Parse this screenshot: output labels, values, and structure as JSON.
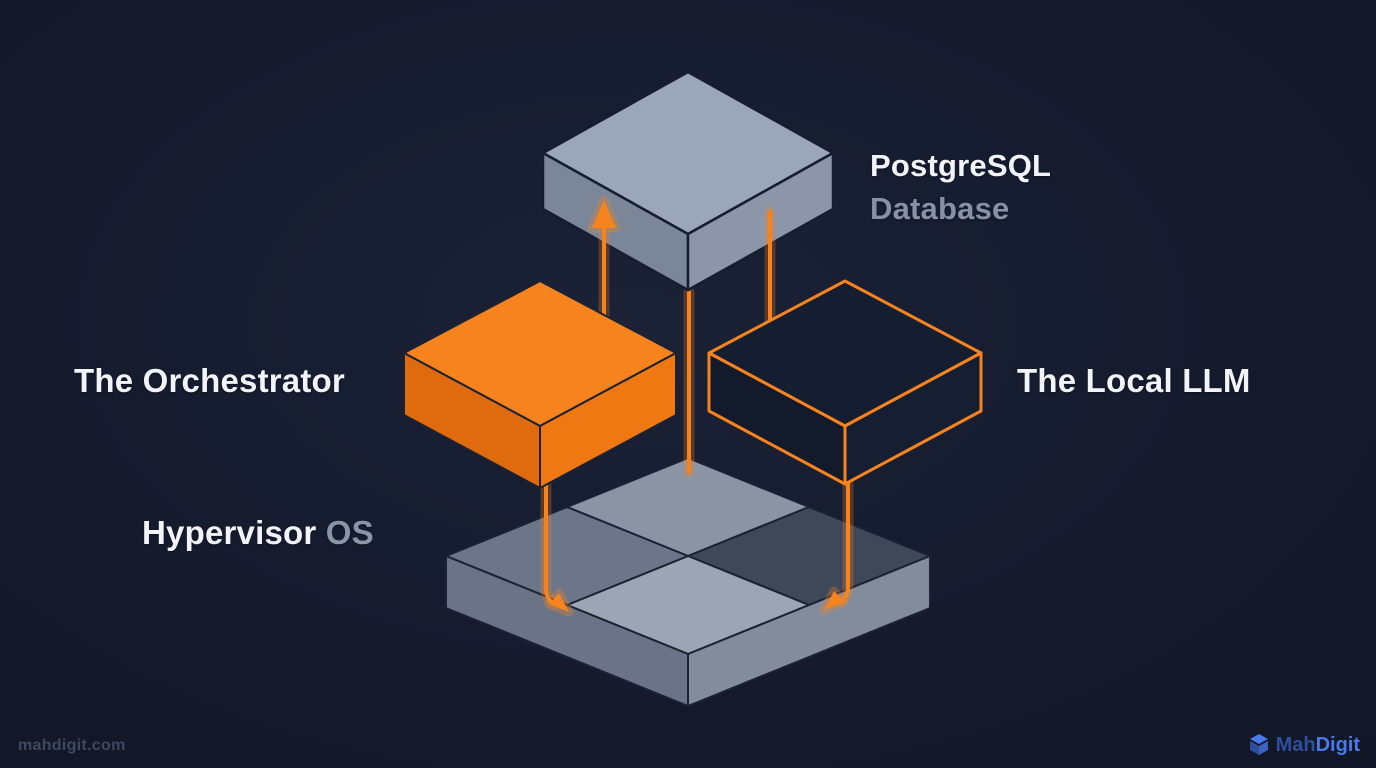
{
  "page": {
    "background": "#151b2d"
  },
  "colors": {
    "accent_orange": "#f6831d",
    "box_gray_top": "#9aa5b7",
    "text_white": "#f2f4f9",
    "text_gray": "#8791a6",
    "logo_blue": "#4a78e8",
    "logo_dark_blue": "#2e4f9b"
  },
  "diagram": {
    "postgres": {
      "title": "PostgreSQL",
      "subtitle": "Database"
    },
    "orchestrator": {
      "label": "The Orchestrator"
    },
    "local_llm": {
      "label": "The Local LLM"
    },
    "hypervisor": {
      "label_primary": "Hypervisor",
      "label_secondary": "OS"
    },
    "arrows": [
      {
        "name": "orchestrator-to-postgres",
        "direction": "up"
      },
      {
        "name": "postgres-to-center",
        "direction": "down"
      },
      {
        "name": "postgres-to-local-llm",
        "direction": "down"
      },
      {
        "name": "orchestrator-to-hypervisor",
        "direction": "down"
      },
      {
        "name": "local-llm-to-hypervisor",
        "direction": "down"
      }
    ]
  },
  "footer": {
    "watermark": "mahdigit.com",
    "logo": {
      "primary": "Mah",
      "secondary": "Digit"
    }
  }
}
